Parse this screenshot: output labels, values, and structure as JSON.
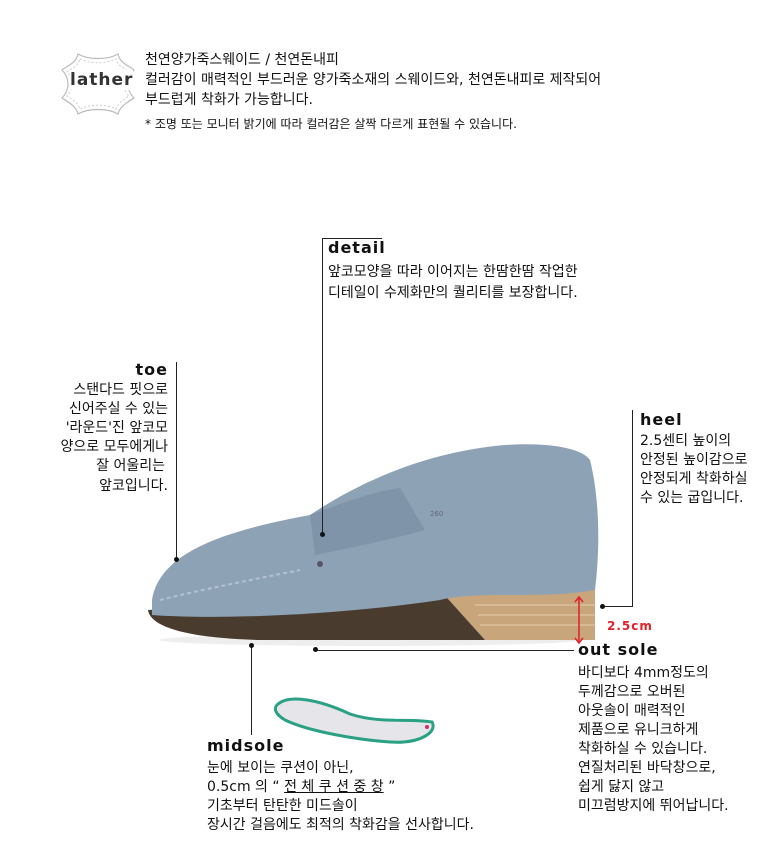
{
  "header": {
    "logo_text": "lather",
    "title": "천연양가죽스웨이드 / 천연돈내피",
    "lines": [
      "컬러감이 매력적인 부드러운 양가죽소재의 스웨이드와, 천연돈내피로 제작되어",
      "부드럽게 착화가 가능합니다."
    ],
    "note": "* 조명 또는 모니터 밝기에 따라 컬러감은 살짝 다르게 표현될 수 있습니다."
  },
  "detail": {
    "label": "detail",
    "lines": [
      "앞코모양을 따라 이어지는 한땀한땀 작업한",
      "디테일이 수제화만의 퀄리티를 보장합니다."
    ]
  },
  "toe": {
    "label": "toe",
    "lines": [
      "스탠다드 핏으로",
      "신어주실 수 있는",
      "'라운드'진 앞코모",
      "양으로 모두에게나",
      "잘 어울리는",
      "앞코입니다."
    ]
  },
  "heel": {
    "label": "heel",
    "lines": [
      "2.5센티 높이의",
      "안정된 높이감으로",
      "안정되게 착화하실",
      "수 있는 굽입니다."
    ],
    "height": "2.5cm"
  },
  "outsole": {
    "label": "out sole",
    "lines": [
      "바디보다 4mm정도의",
      "두께감으로 오버된",
      "아웃솔이 매력적인",
      "제품으로 유니크하게",
      "착화하실 수 있습니다.",
      "연질처리된 바닥창으로,",
      "쉽게 닳지 않고",
      "미끄럼방지에 뛰어납니다."
    ]
  },
  "midsole": {
    "label": "midsole",
    "line1": "눈에 보이는 쿠션이 아닌,",
    "line2_prefix": "0.5cm 의 “",
    "line2_emph": "전 체 쿠 션 중 창",
    "line2_suffix": "”",
    "line3": "기초부터 탄탄한 미드솔이",
    "line4": "장시간 걸음에도 최적의 착화감을 선사합니다."
  },
  "colors": {
    "suede": "#8ea2b6",
    "sole": "#4a3b2f",
    "heel": "#c9a57c",
    "accent": "#e0202a",
    "insole_edge": "#2aa184"
  }
}
